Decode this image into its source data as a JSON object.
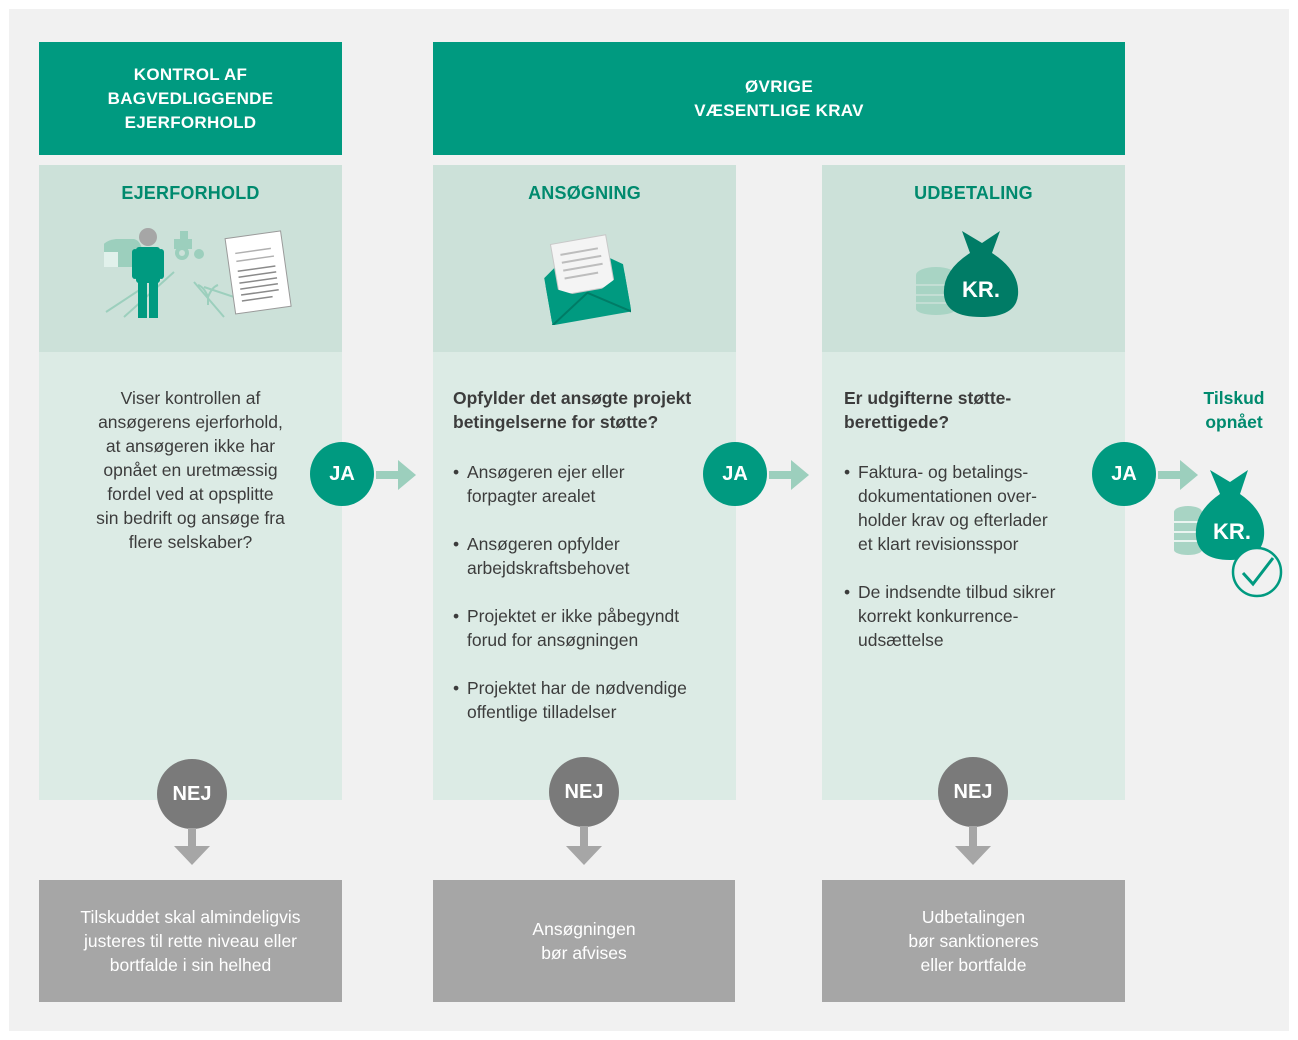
{
  "headers": {
    "left": [
      "KONTROL AF",
      "BAGVEDLIGGENDE",
      "EJERFORHOLD"
    ],
    "right": [
      "ØVRIGE",
      "VÆSENTLIGE KRAV"
    ]
  },
  "columns": {
    "ejerforhold": {
      "title": "EJERFORHOLD",
      "text_lines": [
        "Viser kontrollen af",
        "ansøgerens ejerforhold,",
        "at ansøgeren ikke har",
        "opnået en uretmæssig",
        "fordel ved at opsplitte",
        "sin bedrift og ansøge fra",
        "flere selskaber?"
      ]
    },
    "ansogning": {
      "title": "ANSØGNING",
      "question_lines": [
        "Opfylder det ansøgte projekt",
        "betingelserne for støtte?"
      ],
      "bullets": [
        [
          "Ansøgeren ejer eller",
          "forpagter arealet"
        ],
        [
          "Ansøgeren opfylder",
          "arbejdskraftsbehovet"
        ],
        [
          "Projektet er ikke påbegyndt",
          "forud for ansøgningen"
        ],
        [
          "Projektet har de nødvendige",
          "offentlige tilladelser"
        ]
      ]
    },
    "udbetaling": {
      "title": "UDBETALING",
      "question_lines": [
        "Er udgifterne støtte-",
        "berettigede?"
      ],
      "bullets": [
        [
          "Faktura- og betalings-",
          "dokumentationen over-",
          "holder krav og efterlader",
          "et klart revisionsspor"
        ],
        [
          "De indsendte tilbud sikrer",
          "korrekt konkurrence-",
          "udsættelse"
        ]
      ],
      "money_label": "KR."
    }
  },
  "flow": {
    "yes_label": "JA",
    "no_label": "NEJ"
  },
  "success": {
    "lines": [
      "Tilskud",
      "opnået"
    ],
    "money_label": "KR."
  },
  "outcomes": {
    "ejerforhold": [
      "Tilskuddet skal almindeligvis",
      "justeres til rette niveau eller",
      "bortfalde i sin helhed"
    ],
    "ansogning": [
      "Ansøgningen",
      "bør afvises"
    ],
    "udbetaling": [
      "Udbetalingen",
      "bør sanktioneres",
      "eller bortfalde"
    ]
  },
  "colors": {
    "brand_green": "#009a80",
    "light_green": "#cce1d9",
    "pale_green": "#dcebe5",
    "gray_box": "#a6a6a6",
    "gray_circle": "#7a7a7a"
  },
  "icons": [
    "farmer-icon",
    "envelope-icon",
    "money-bag-icon",
    "coins-icon",
    "checkmark-icon",
    "arrow-right-icon",
    "arrow-down-icon"
  ]
}
